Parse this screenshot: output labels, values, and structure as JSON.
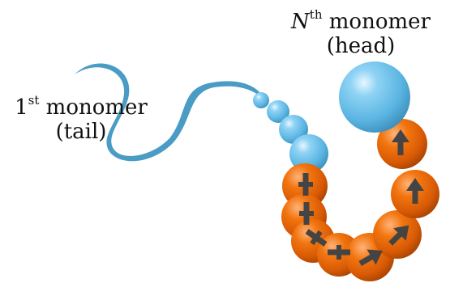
{
  "tail_label": {
    "ordinal": "1",
    "ordinal_suffix": "st",
    "word": "monomer",
    "role": "(tail)"
  },
  "head_label": {
    "ordinal": "N",
    "ordinal_suffix": "th",
    "word": "monomer",
    "role": "(head)"
  },
  "colors": {
    "tail_blue": "#4a9cc4",
    "bead_blue": "#6cc2ec",
    "bead_orange": "#e8620a",
    "arrow_gray": "#444444"
  },
  "icons": [
    "arrow-up-icon",
    "arrow-right-icon",
    "arrow-down-icon"
  ]
}
